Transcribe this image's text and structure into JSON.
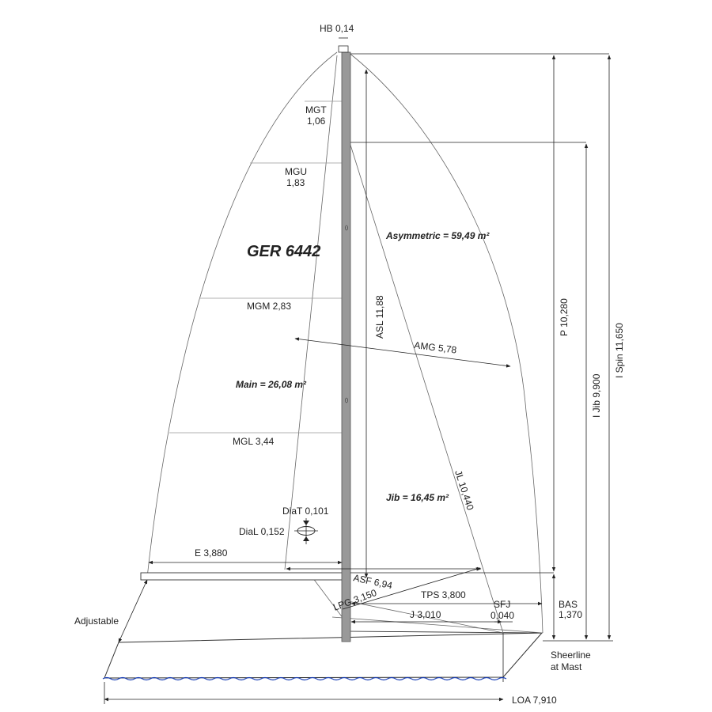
{
  "labels": {
    "hb": "HB 0,14",
    "mgt_name": "MGT",
    "mgt_value": "1,06",
    "mgu_name": "MGU",
    "mgu_value": "1,83",
    "sail_number": "GER 6442",
    "mgm": "MGM 2,83",
    "main_area": "Main = 26,08 m²",
    "mgl": "MGL 3,44",
    "diat": "DiaT 0,101",
    "dial": "DiaL 0,152",
    "e": "E 3,880",
    "adjustable": "Adjustable",
    "asymmetric_area": "Asymmetric = 59,49 m²",
    "asl": "ASL 11,88",
    "amg": "AMG 5,78",
    "jl": "JL 10,440",
    "jib_area": "Jib = 16,45 m²",
    "asf": "ASF 6,94",
    "lpg": "LPG 3,150",
    "tps": "TPS 3,800",
    "sfj_name": "SFJ",
    "sfj_value": "0,040",
    "j": "J 3,010",
    "bas_name": "BAS",
    "bas_value": "1,370",
    "p": "P 10,280",
    "i_jib": "I Jib 9,900",
    "i_spin": "I Spin 11,650",
    "sheerline_1": "Sheerline",
    "sheerline_2": "at Mast",
    "loa": "LOA 7,910"
  },
  "colors": {
    "mast": "#999999",
    "line": "#222222",
    "sail": "#666666",
    "water": "#1a3fb5"
  }
}
